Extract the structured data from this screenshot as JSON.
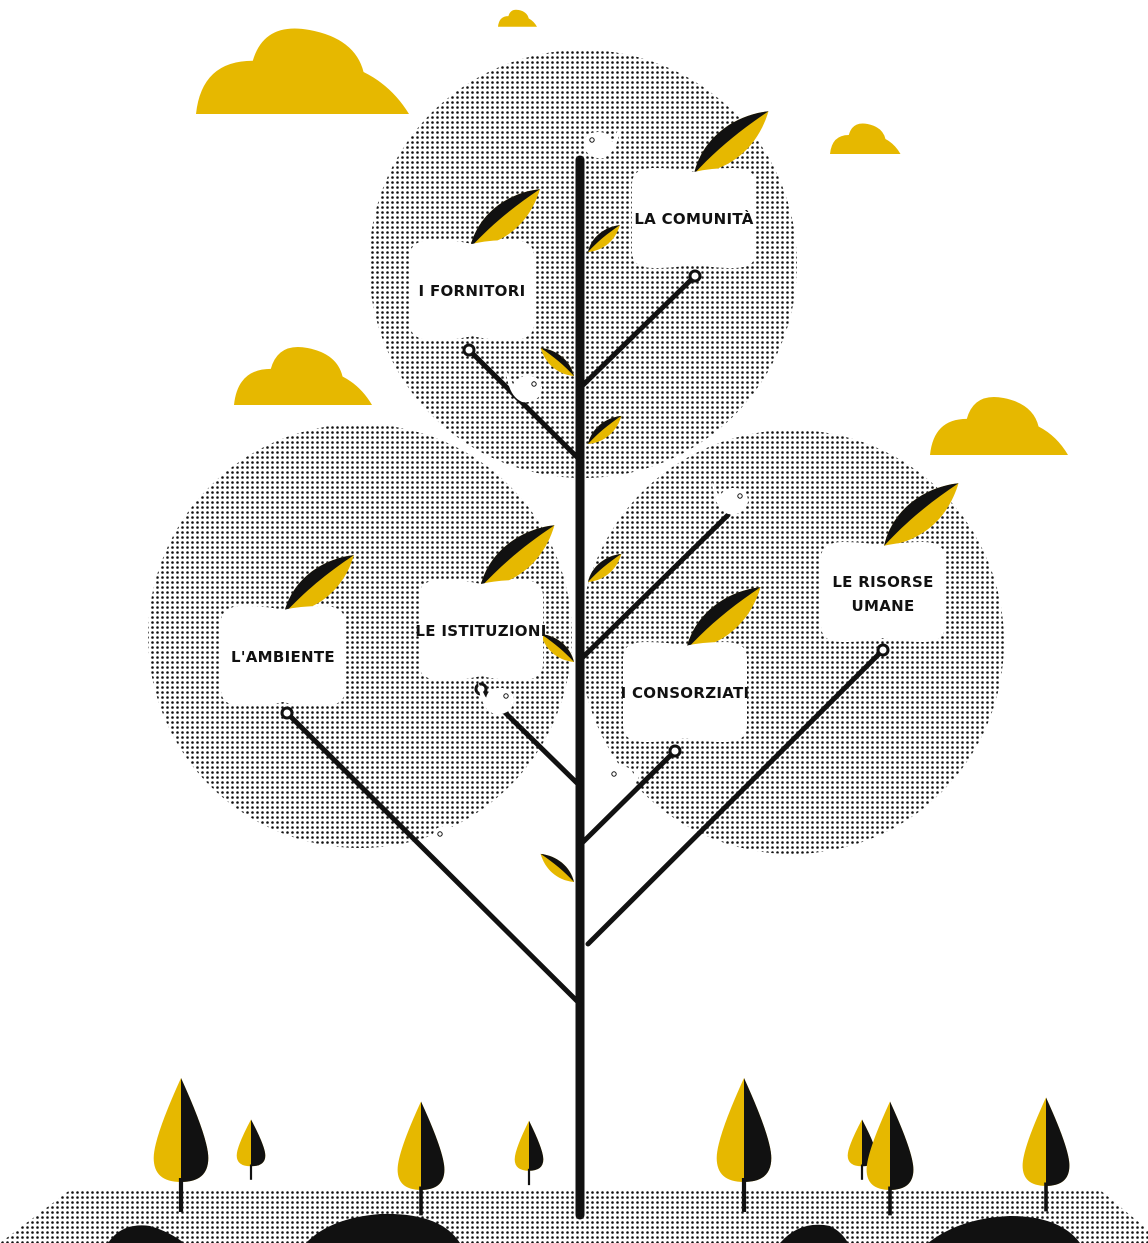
{
  "colors": {
    "ink": "#111111",
    "accent": "#e6b800",
    "halftone": "#9a9a9a",
    "background": "#ffffff"
  },
  "nodes": {
    "fornitori": {
      "label": "I FORNITORI"
    },
    "comunita": {
      "label": "LA COMUNITÀ"
    },
    "ambiente": {
      "label": "L'AMBIENTE"
    },
    "istituzioni": {
      "label": "LE ISTITUZIONI"
    },
    "consorziati": {
      "label": "I CONSORZIATI"
    },
    "risorse": {
      "line1": "LE RISORSE",
      "line2": "UMANE"
    }
  }
}
